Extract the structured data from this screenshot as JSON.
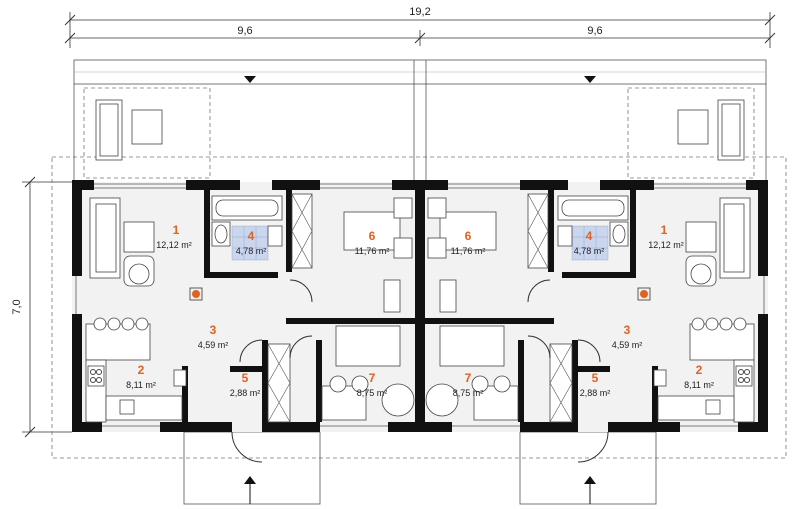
{
  "dimensions": {
    "total_width": "19,2",
    "left_width": "9,6",
    "right_width": "9,6",
    "depth": "7,0"
  },
  "rooms_left": [
    {
      "num": "1",
      "area": "12,12 m²"
    },
    {
      "num": "2",
      "area": "8,11 m²"
    },
    {
      "num": "3",
      "area": "4,59 m²"
    },
    {
      "num": "4",
      "area": "4,78 m²"
    },
    {
      "num": "5",
      "area": "2,88 m²"
    },
    {
      "num": "6",
      "area": "11,76 m²"
    },
    {
      "num": "7",
      "area": "8,75 m²"
    }
  ],
  "rooms_right": [
    {
      "num": "1",
      "area": "12,12 m²"
    },
    {
      "num": "2",
      "area": "8,11 m²"
    },
    {
      "num": "3",
      "area": "4,59 m²"
    },
    {
      "num": "4",
      "area": "4,78 m²"
    },
    {
      "num": "5",
      "area": "2,88 m²"
    },
    {
      "num": "6",
      "area": "11,76 m²"
    },
    {
      "num": "7",
      "area": "8,75 m²"
    }
  ],
  "colors": {
    "room_number": "#e2621b",
    "bathroom_tile": "#c9d6ee",
    "wall": "#111111"
  }
}
